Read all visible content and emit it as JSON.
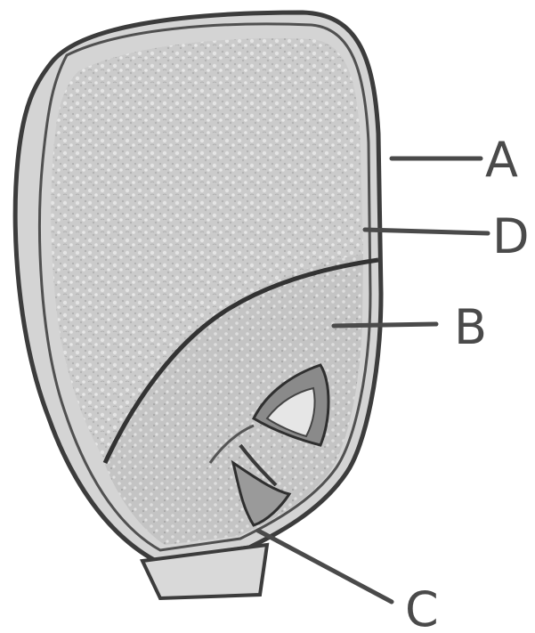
{
  "labels": {
    "A": "A",
    "B": "B",
    "C": "C",
    "D": "D"
  },
  "colors": {
    "outline": "#3c3c3c",
    "endosperm": "#c9c9c9",
    "embryo": "#c3c3c3",
    "pericarp": "#d6d6d6",
    "label": "#4a4a4a"
  }
}
